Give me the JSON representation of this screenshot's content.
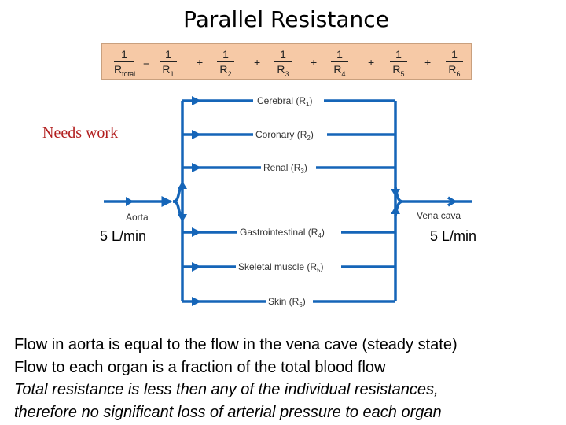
{
  "title": "Parallel Resistance",
  "formula": {
    "lhs": {
      "num": "1",
      "den": "R",
      "sub": "total"
    },
    "equals": "=",
    "plus": "+",
    "terms": [
      {
        "num": "1",
        "den": "R",
        "sub": "1"
      },
      {
        "num": "1",
        "den": "R",
        "sub": "2"
      },
      {
        "num": "1",
        "den": "R",
        "sub": "3"
      },
      {
        "num": "1",
        "den": "R",
        "sub": "4"
      },
      {
        "num": "1",
        "den": "R",
        "sub": "5"
      },
      {
        "num": "1",
        "den": "R",
        "sub": "6"
      }
    ]
  },
  "note": "Needs work",
  "diagram": {
    "inlet": "Aorta",
    "outlet": "Vena cava",
    "organs": [
      {
        "name": "Cerebral",
        "r": "1"
      },
      {
        "name": "Coronary",
        "r": "2"
      },
      {
        "name": "Renal",
        "r": "3"
      },
      {
        "name": "Gastrointestinal",
        "r": "4"
      },
      {
        "name": "Skeletal muscle",
        "r": "5"
      },
      {
        "name": "Skin",
        "r": "6"
      }
    ]
  },
  "flow_in": "5 L/min",
  "flow_out": "5 L/min",
  "text_lines": [
    "Flow in aorta is equal to the flow in the vena cave (steady state)",
    "Flow to each organ is a fraction of the total blood flow",
    "Total resistance is less then any of the individual resistances,",
    "therefore no significant loss of arterial pressure to each organ"
  ]
}
